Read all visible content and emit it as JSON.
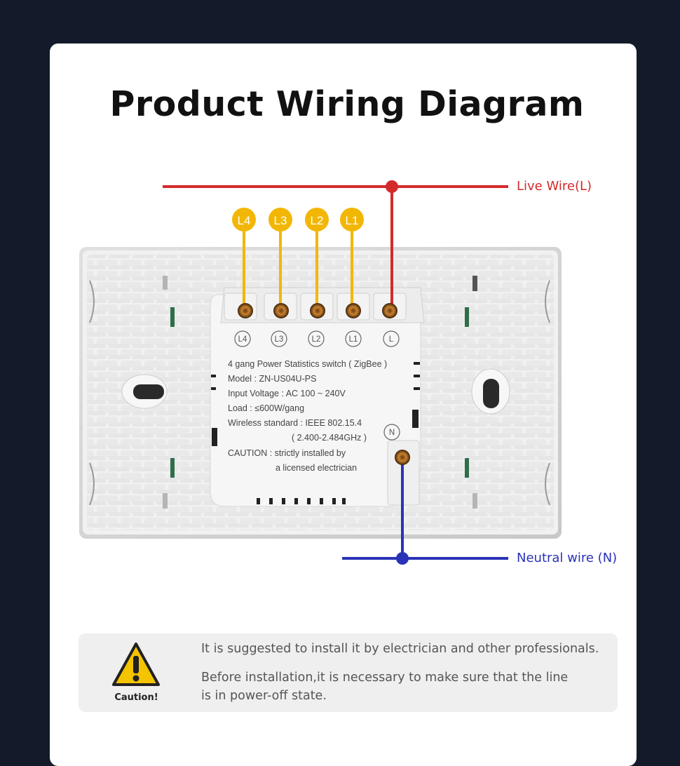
{
  "title": "Product Wiring Diagram",
  "wires": {
    "live_label": "Live Wire(L)",
    "neutral_label": "Neutral wire (N)",
    "live_color": "#d42a2a",
    "neutral_color": "#2a33b8",
    "terminal_color": "#f2b705"
  },
  "terminals": {
    "top_badges": [
      "L4",
      "L3",
      "L2",
      "L1"
    ],
    "module_labels": [
      "L4",
      "L3",
      "L2",
      "L1",
      "L"
    ],
    "neutral_label": "N"
  },
  "module": {
    "line1": "4 gang Power Statistics switch ( ZigBee )",
    "line2": "Model : ZN-US04U-PS",
    "line3": "Input Voltage : AC 100 ~ 240V",
    "line4": "Load : ≤600W/gang",
    "line5": "Wireless standard : IEEE 802.15.4",
    "line6": "( 2.400-2.484GHz )",
    "line7": "CAUTION : strictly installed by",
    "line8": "a licensed electrician"
  },
  "caution": {
    "label": "Caution!",
    "line1": "It is suggested to install it by electrician and other professionals.",
    "line2": "Before installation,it is necessary to make sure that the line",
    "line3": "is in power-off state.",
    "icon": "warning-triangle-icon",
    "icon_color": "#f5c400"
  }
}
